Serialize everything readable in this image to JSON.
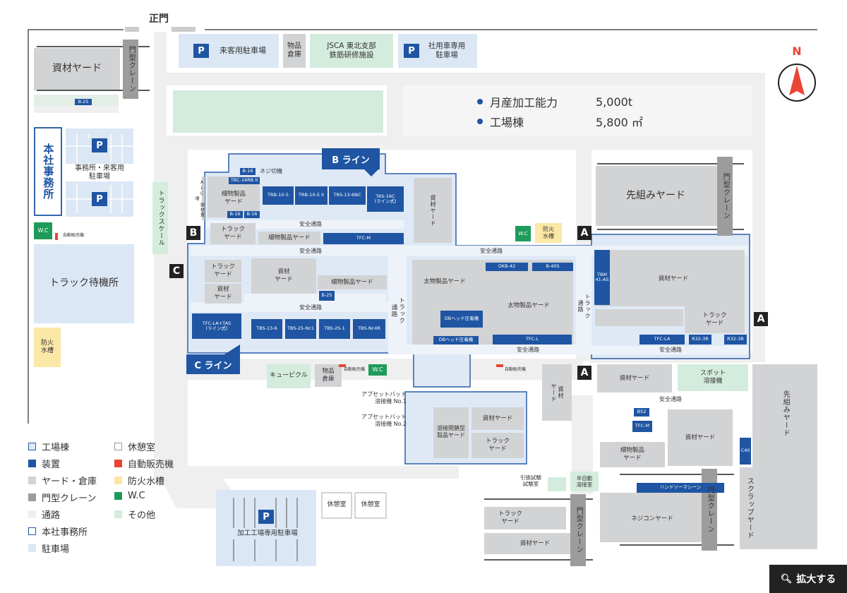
{
  "colors": {
    "factory": "#dfe9f6",
    "factory_border": "#2a5da8",
    "equipment": "#1f55a3",
    "yard": "#d2d3d5",
    "crane": "#9c9c9c",
    "road": "#efefef",
    "hq_border": "#1f55a3",
    "parking": "#dbe7f4",
    "rest": "#ffffff",
    "vending": "#e84536",
    "fire_tank": "#fbe7a6",
    "wc": "#1e9b5a",
    "other": "#d4ecdd"
  },
  "gate": "正門",
  "info": {
    "capacity_label": "月産加工能力",
    "capacity_value": "5,000t",
    "building_label": "工場棟",
    "building_value": "5,800 ㎡"
  },
  "compass": "N",
  "expand_button": "拡大する",
  "parking_symbol": "P",
  "line_b": "B ライン",
  "line_c": "C ライン",
  "markers": {
    "a": "A",
    "b": "B",
    "c": "C"
  },
  "labels": {
    "material_yard_top": "資材ヤード",
    "gate_crane": "門型クレーン",
    "visitor_parking": "来客用駐車場",
    "goods_warehouse": "物品\n倉庫",
    "jsca": "JSCA 東北支部\n鉄筋研修施設",
    "company_car_parking": "社用車専用\n駐車場",
    "hq": "本社事務所",
    "office_parking": "事務所・来客用\n駐車場",
    "truck_wait": "トラック待機所",
    "fire_tank": "防火\n水槽",
    "wc": "W.C",
    "vending": "自動販売機",
    "truck_scale": "トラックスケール",
    "alc": "ALC 鋼材置場",
    "precut_yard": "先組みヤード",
    "screw_cutting": "ネジ切機",
    "small_product_yard_a": "細物製品\nヤード",
    "small_product_yard_b": "細物製品ヤード",
    "small_product_yard_c": "細物製品ヤード",
    "small_product_yard_d": "細物製品\nヤード",
    "truck_yard": "トラック\nヤード",
    "material_yard": "資材\nヤード",
    "material_yard_h": "資材ヤード",
    "thick_yard_1": "太物製品ヤード",
    "thick_yard_2": "太物製品ヤード",
    "safety_road": "安全通路",
    "truck_road": "トラック\n通路",
    "cubicle": "キューピクル",
    "upset_1": "アプセットバット\n溶接機 No.1",
    "upset_2": "アプセットバット\n溶接機 No.2",
    "weld_closed": "溶接閉鎖型\n製品ヤード",
    "spot_weld": "スポット\n溶接機",
    "precut_v": "先組みヤード",
    "scrap": "スクラップヤード",
    "tensile": "引張試験\n試験室",
    "semi_auto": "半自動\n溶接室",
    "hand_sawing": "ハンドソーマシーン",
    "screwcon": "ネジコンヤード",
    "rest_room": "休憩室",
    "factory_parking": "加工工場専用駐車場"
  },
  "equipment": {
    "b25_top": "B-25",
    "b16_a": "B-16",
    "tbc": "TBC-16RB II",
    "b16_b": "B-16",
    "b16_c": "B-16",
    "trb10": "TRB-10-5",
    "trb10ii": "TRB-10-5 II",
    "trs13": "TRS-13-6NC",
    "tas16c": "TAS-16C\n(ライン式)",
    "tfcm": "TFC-M",
    "b25": "B-25",
    "tfc_la_tas": "TFC-LA+TAS\n(ライン式)",
    "tbs13": "TBS-13-6",
    "tbs25nc1": "TBS-25-Nc1",
    "tbs251": "TBS-25-1",
    "tbsnc4r": "TBS-Nc4R",
    "okb": "OKB-42",
    "b40s": "B-40S",
    "db1": "DBヘッド圧着機",
    "db2": "DBヘッド圧着機",
    "tfcl": "TFC-L",
    "tbm": "TBM\n41-AS",
    "tfcla": "TFC-LA",
    "r32a": "R32-3R",
    "r32b": "R32-3R",
    "b52": "B52",
    "tfcm2": "TFC-M",
    "c40": "C40"
  },
  "legend": [
    {
      "key": "factory",
      "label": "工場棟"
    },
    {
      "key": "equipment",
      "label": "装置"
    },
    {
      "key": "yard",
      "label": "ヤード・倉庫"
    },
    {
      "key": "crane",
      "label": "門型クレーン"
    },
    {
      "key": "road",
      "label": "通路"
    },
    {
      "key": "hq",
      "label": "本社事務所"
    },
    {
      "key": "parking",
      "label": "駐車場"
    },
    {
      "key": "rest",
      "label": "休憩室"
    },
    {
      "key": "vending",
      "label": "自動販売機"
    },
    {
      "key": "fire_tank",
      "label": "防火水槽"
    },
    {
      "key": "wc",
      "label": "W.C"
    },
    {
      "key": "other",
      "label": "その他"
    }
  ]
}
